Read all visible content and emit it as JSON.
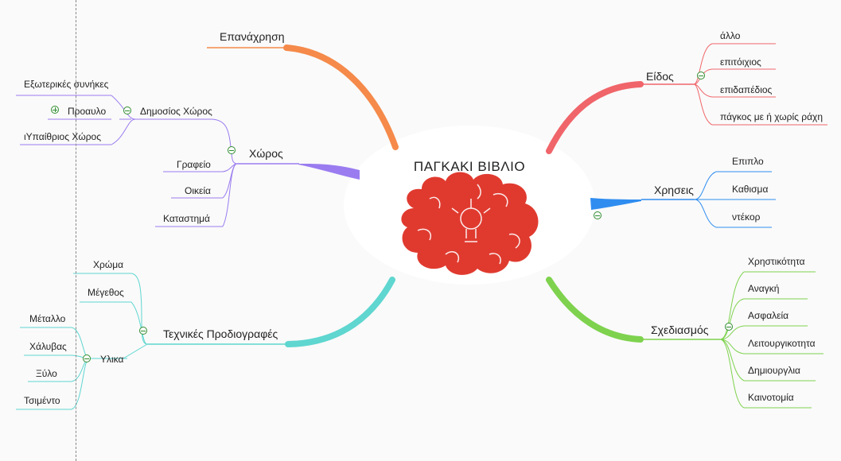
{
  "center": {
    "title": "ΠΑΓΚΑΚΙ ΒΙΒΛΙΟ",
    "icon": "brain-lightbulb-icon",
    "color": "#e03a2f"
  },
  "branches": {
    "epanaxrisi": {
      "label": "Επανάχρηση",
      "color": "#f58a4a"
    },
    "xoros": {
      "label": "Χώρος",
      "color": "#9a7cf0",
      "children": {
        "dimosios": {
          "label": "Δημοσίος Χώρος",
          "children": {
            "exoterikes": "Εξωτερικές συνήκες",
            "proaulo": "Προαυλο",
            "ypaithrios": "ιΥπαίθριος Χώρος"
          }
        },
        "grafeio": "Γραφείο",
        "oikia": "Οικεία",
        "katastima": "Καταστημά"
      }
    },
    "texnikes": {
      "label": "Τεχνικές Προδιογραφές",
      "color": "#5fd6d0",
      "children": {
        "xroma": "Χρώμα",
        "megethos": "Μέγεθος",
        "ylika": {
          "label": "Υλικα",
          "children": {
            "metallo": "Μέταλλο",
            "xalyvas": "Χάλυβας",
            "xylo": "Ξύλο",
            "tsimento": "Τσιμέντο"
          }
        }
      }
    },
    "eidos": {
      "label": "Είδος",
      "color": "#f0656a",
      "children": {
        "allo": "άλλο",
        "epitoixios": "επιτόιχιος",
        "epidapedios": "επιδαπέδιος",
        "pagkos": "πάγκος με ή χωρίς ράχη"
      }
    },
    "xriseis": {
      "label": "Χρησεις",
      "color": "#2f8df0",
      "children": {
        "epiplo": "Επιπλο",
        "kathisma": "Καθισμα",
        "ntekor": "ντέκορ"
      }
    },
    "sxediasmos": {
      "label": "Σχεδιασμός",
      "color": "#7ed24e",
      "children": {
        "xristikotita": "Χρηστικότητα",
        "anagki": "Αναγκή",
        "asfaleia": "Ασφαλεία",
        "leitourgikotita": "Λειτουργικοτητα",
        "dimiourgia": "Δημιουργλια",
        "kainotomia": "Καινοτομία"
      }
    }
  }
}
